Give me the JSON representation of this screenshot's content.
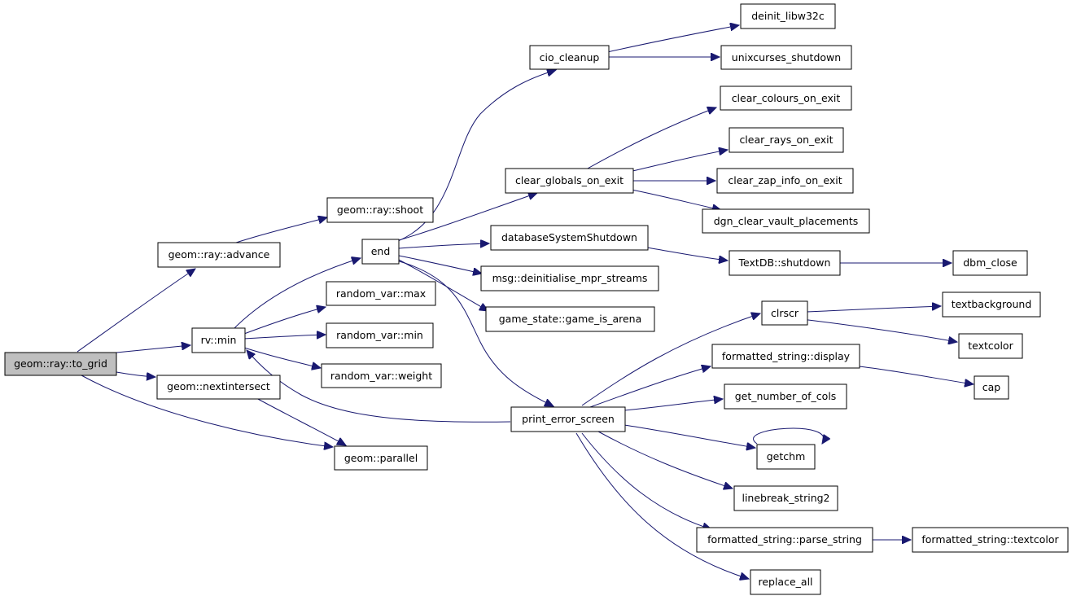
{
  "colors": {
    "edge": "#191970",
    "root_fill": "#bfbfbf",
    "node_fill": "#ffffff",
    "node_stroke": "#000000"
  },
  "nodes": {
    "to_grid": "geom::ray::to_grid",
    "advance": "geom::ray::advance",
    "shoot": "geom::ray::shoot",
    "rv_min": "rv::min",
    "nextintersect": "geom::nextintersect",
    "parallel": "geom::parallel",
    "end": "end",
    "rvar_max": "random_var::max",
    "rvar_min": "random_var::min",
    "rvar_weight": "random_var::weight",
    "cio_cleanup": "cio_cleanup",
    "clear_globals": "clear_globals_on_exit",
    "db_shutdown": "databaseSystemShutdown",
    "msg_deinit": "msg::deinitialise_mpr_streams",
    "game_is_arena": "game_state::game_is_arena",
    "print_error": "print_error_screen",
    "deinit_libw32c": "deinit_libw32c",
    "unixcurses": "unixcurses_shutdown",
    "clear_colours": "clear_colours_on_exit",
    "clear_rays": "clear_rays_on_exit",
    "clear_zap": "clear_zap_info_on_exit",
    "dgn_clear": "dgn_clear_vault_placements",
    "textdb_shutdown": "TextDB::shutdown",
    "dbm_close": "dbm_close",
    "clrscr": "clrscr",
    "fs_display": "formatted_string::display",
    "get_cols": "get_number_of_cols",
    "getchm": "getchm",
    "linebreak": "linebreak_string2",
    "fs_parse": "formatted_string::parse_string",
    "replace_all": "replace_all",
    "textbackground": "textbackground",
    "textcolor": "textcolor",
    "cap": "cap",
    "fs_textcolor": "formatted_string::textcolor"
  }
}
